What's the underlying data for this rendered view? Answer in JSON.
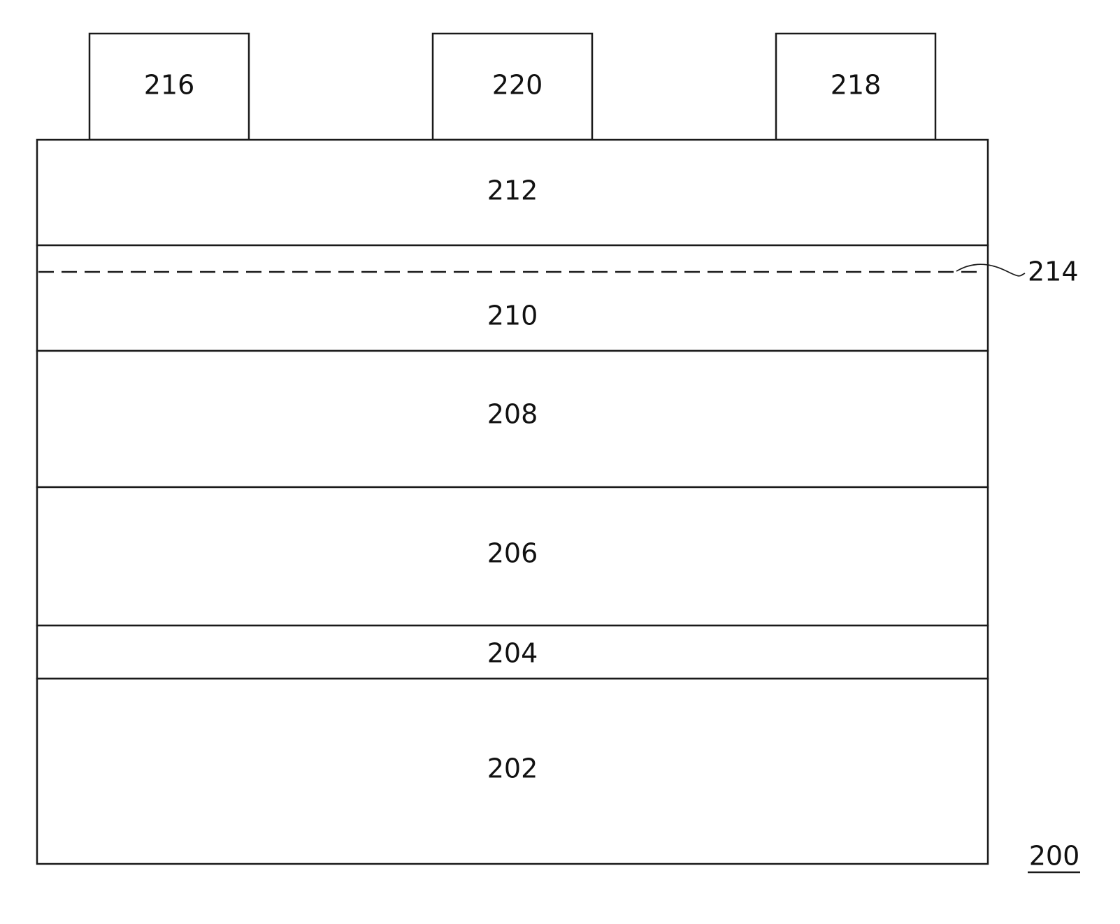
{
  "figure": {
    "id_label": "200"
  },
  "electrodes": [
    {
      "label": "216"
    },
    {
      "label": "220"
    },
    {
      "label": "218"
    }
  ],
  "layers": [
    {
      "label": "212"
    },
    {
      "label": "210"
    },
    {
      "label": "208"
    },
    {
      "label": "206"
    },
    {
      "label": "204"
    },
    {
      "label": "202"
    }
  ],
  "interface": {
    "label": "214"
  }
}
